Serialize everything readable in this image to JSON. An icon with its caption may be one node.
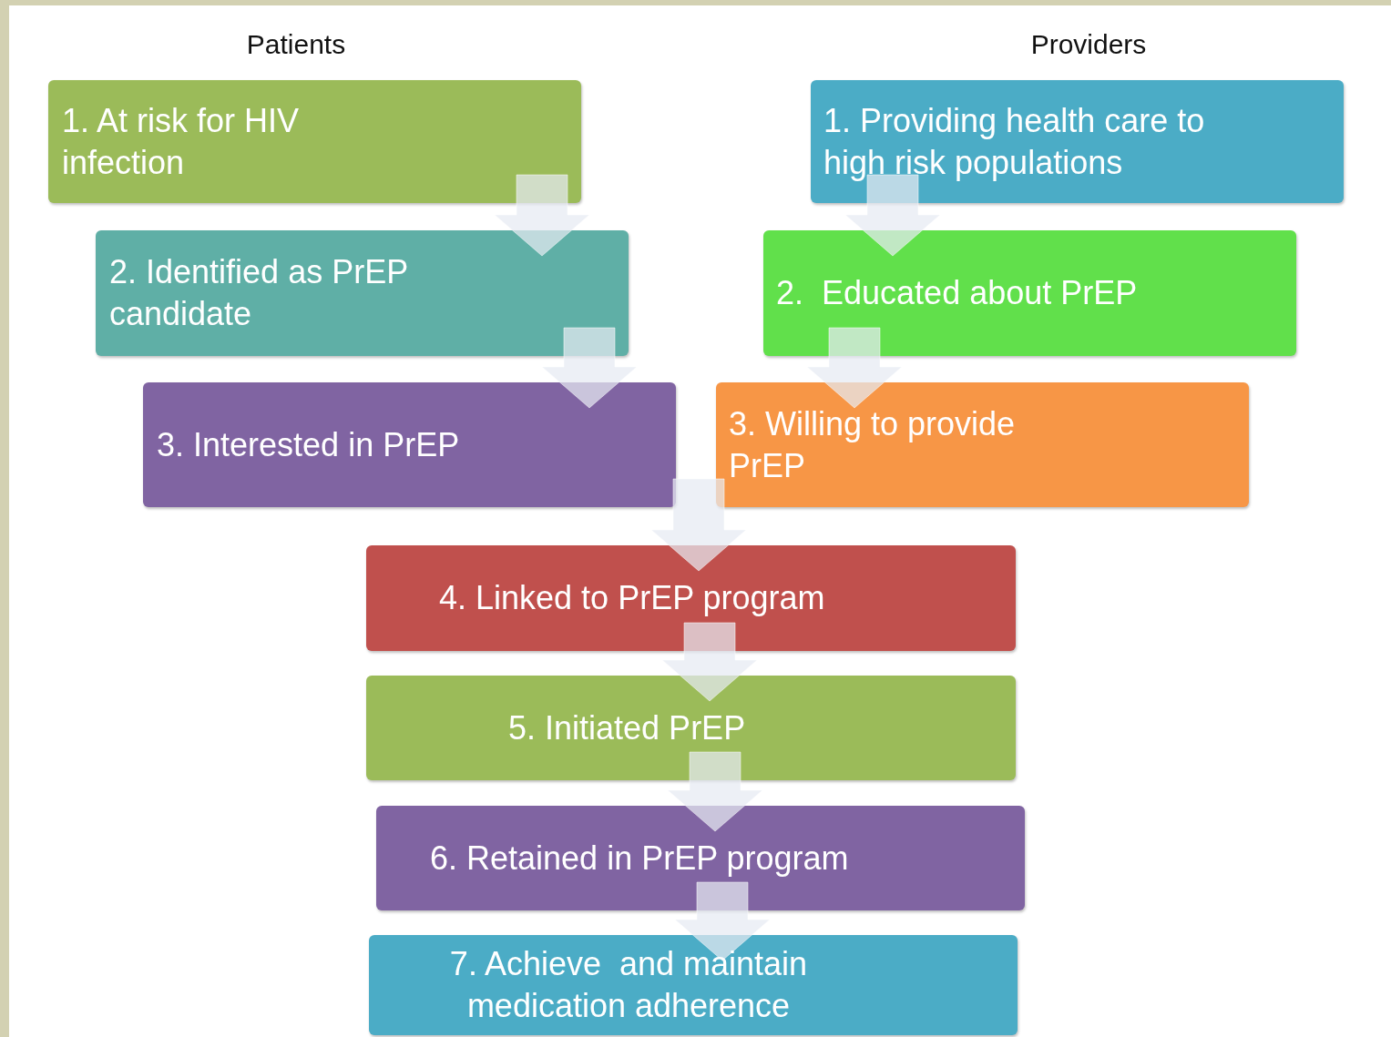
{
  "diagram": {
    "nodes": [
      {
        "text": [
          "1. At risk for HIV infection"
        ]
      },
      {
        "text": [
          "2. Identified as PrEP candidate"
        ]
      },
      {
        "text": [
          "3. Interested in PrEP"
        ]
      },
      {
        "text": [
          "1. Providing health care to high risk populations"
        ]
      },
      {
        "text": [
          "2.  Educated about PrEP"
        ]
      },
      {
        "text": [
          "3. Willing to provide PrEP"
        ]
      },
      {
        "text": [
          "4. Linked to PrEP program"
        ]
      },
      {
        "text": [
          "5. Initiated PrEP"
        ]
      },
      {
        "text": [
          "6. Retained in PrEP program"
        ]
      },
      {
        "text": [
          "7. Achieve  and maintain medication adherence"
        ]
      }
    ],
    "edges": [
      {
        "from": 0,
        "to": 1,
        "arrow": "to"
      },
      {
        "from": 1,
        "to": 2,
        "arrow": "to"
      },
      {
        "from": 3,
        "to": 4,
        "arrow": "to"
      },
      {
        "from": 4,
        "to": 5,
        "arrow": "to"
      },
      {
        "from": 2,
        "to": 6,
        "arrow": "to"
      },
      {
        "from": 5,
        "to": 6,
        "arrow": "to"
      },
      {
        "from": 6,
        "to": 7,
        "arrow": "to"
      },
      {
        "from": 7,
        "to": 8,
        "arrow": "to"
      },
      {
        "from": 8,
        "to": 9,
        "arrow": "to"
      }
    ],
    "labels": [
      "Patients",
      "Providers"
    ]
  }
}
